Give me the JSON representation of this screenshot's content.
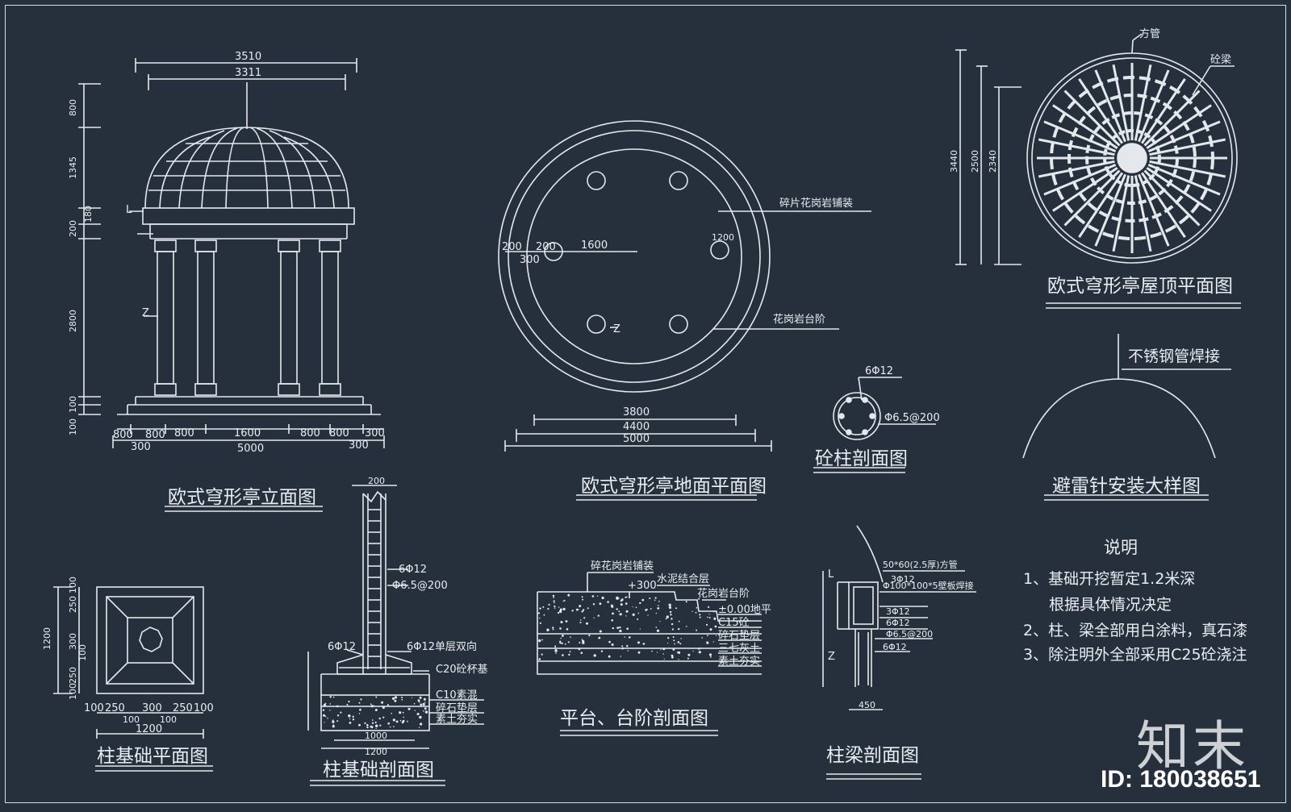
{
  "colors": {
    "background": "#26303d",
    "line": "#e4e8ec"
  },
  "titles": {
    "elevation": "欧式穹形亭立面图",
    "floor_plan": "欧式穹形亭地面平面图",
    "roof_plan": "欧式穹形亭屋顶平面图",
    "column_section": "砼柱剖面图",
    "lightning": "避雷针安装大样图",
    "footing_plan": "柱基础平面图",
    "footing_section": "柱基础剖面图",
    "step_section": "平台、台阶剖面图",
    "beam_section": "柱梁剖面图"
  },
  "elevation": {
    "top_dims": [
      "3510",
      "3311"
    ],
    "left_dims": [
      "800",
      "1345",
      "200",
      "180",
      "2800",
      "100",
      "100"
    ],
    "marks": [
      "L",
      "Z"
    ],
    "bottom_row1": [
      "800",
      "800",
      "800",
      "1600",
      "800",
      "800",
      "300"
    ],
    "bottom_row2": [
      "300",
      "5000",
      "300"
    ]
  },
  "floor_plan": {
    "radius_dims": [
      "200",
      "200",
      "300",
      "1600"
    ],
    "callouts": [
      "碎片花岗岩铺装",
      "花岗岩台阶"
    ],
    "column_mark": "Z",
    "col_dim": "1200",
    "bottom_dims": [
      "3800",
      "4400",
      "5000"
    ]
  },
  "roof_plan": {
    "callouts": [
      "方管",
      "砼梁"
    ],
    "height_dims": [
      "3440",
      "2500",
      "2340"
    ]
  },
  "column_section": {
    "rebar": "6Φ12",
    "stirrup": "Φ6.5@200"
  },
  "lightning": {
    "note": "不锈钢管焊接"
  },
  "footing_plan": {
    "left_dims": [
      "1200",
      "100",
      "250",
      "300",
      "100",
      "250",
      "100"
    ],
    "bottom_row1": [
      "100",
      "250",
      "300",
      "250",
      "100"
    ],
    "bottom_row2": [
      "100",
      "100"
    ],
    "bottom_total": "1200"
  },
  "footing_section": {
    "top_dim": "200",
    "notes": [
      "6Φ12",
      "Φ6.5@200",
      "6Φ12",
      "6Φ12单层双向",
      "C20砼杯基",
      "C10素混",
      "碎石垫层",
      "素土夯实"
    ],
    "bottom_dims": [
      "1000",
      "1200"
    ]
  },
  "step_section": {
    "notes": [
      "碎花岗岩铺装",
      "+300",
      "水泥结合层",
      "花岗岩台阶",
      "±0.00地平",
      "C15砼",
      "碎石垫层",
      "三七灰土",
      "素土夯实"
    ]
  },
  "beam_section": {
    "notes": [
      "50*60(2.5厚)方管",
      "Φ100*100*5壁板焊接",
      "3Φ12",
      "3Φ12",
      "6Φ12",
      "Φ6.5@200",
      "6Φ12"
    ],
    "marks": [
      "L",
      "Z"
    ],
    "bottom_dim": "450"
  },
  "notes": {
    "heading": "说明",
    "items": [
      "1、基础开挖暂定1.2米深",
      "根据具体情况决定",
      "2、柱、梁全部用白涂料，真石漆",
      "3、除注明外全部采用C25砼浇注"
    ]
  },
  "brand": {
    "logo": "知末",
    "id": "ID: 180038651"
  }
}
